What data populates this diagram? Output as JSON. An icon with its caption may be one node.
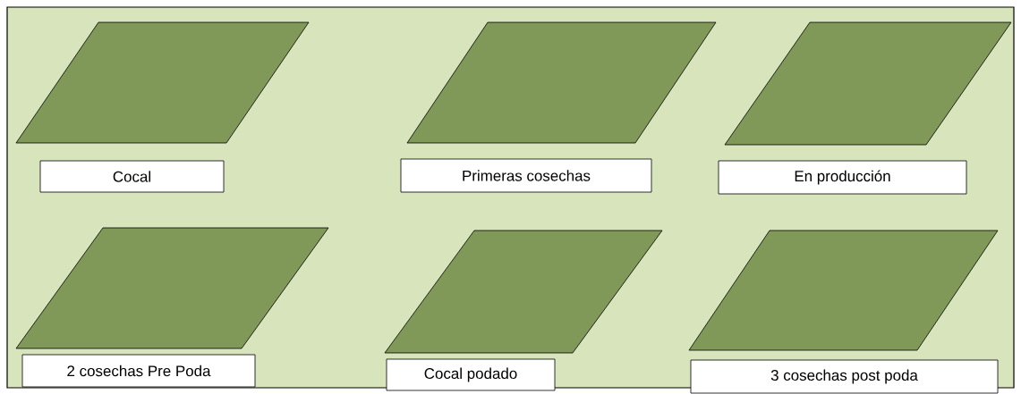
{
  "diagram": {
    "nodes": [
      {
        "text": [],
        "shape": "parallelogram"
      },
      {
        "text": [
          "Cocal"
        ]
      },
      {
        "text": [],
        "shape": "parallelogram"
      },
      {
        "text": [
          "Primeras cosechas"
        ]
      },
      {
        "text": [],
        "shape": "parallelogram"
      },
      {
        "text": [
          "En  producción"
        ]
      },
      {
        "text": [],
        "shape": "parallelogram"
      },
      {
        "text": [
          "2 cosechas Pre Poda"
        ]
      },
      {
        "text": [],
        "shape": "parallelogram"
      },
      {
        "text": [
          "Cocal podado"
        ]
      },
      {
        "text": [],
        "shape": "parallelogram"
      },
      {
        "text": [
          "3 cosechas post poda"
        ]
      }
    ]
  }
}
